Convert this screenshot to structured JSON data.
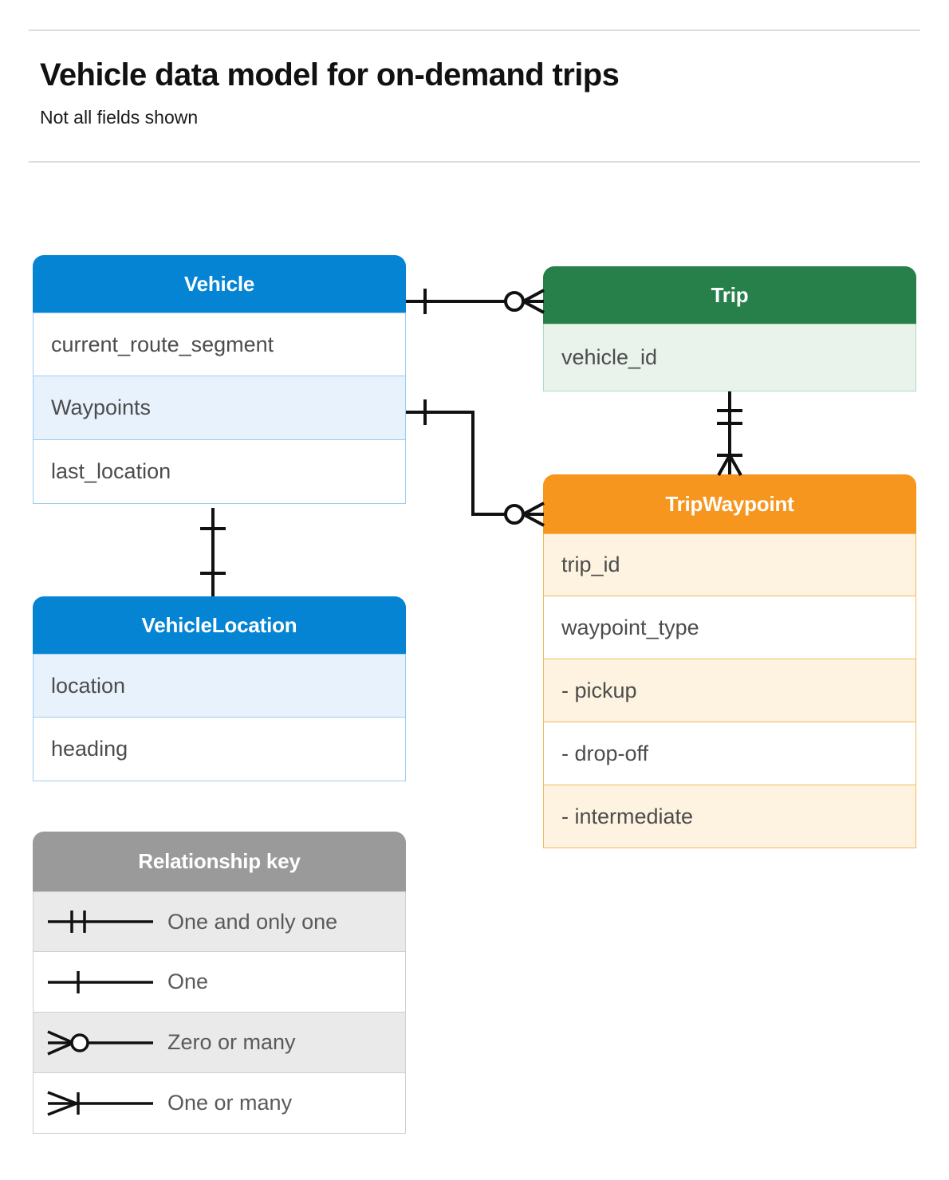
{
  "header": {
    "title": "Vehicle data model for on-demand trips",
    "subtitle": "Not all fields shown"
  },
  "entities": [
    {
      "id": "vehicle",
      "name": "Vehicle",
      "color": "#0584d4",
      "fields": [
        "current_route_segment",
        "Waypoints",
        "last_location"
      ]
    },
    {
      "id": "trip",
      "name": "Trip",
      "color": "#27804a",
      "fields": [
        "vehicle_id"
      ]
    },
    {
      "id": "tripwaypoint",
      "name": "TripWaypoint",
      "color": "#f7961e",
      "fields": [
        "trip_id",
        "waypoint_type",
        "-  pickup",
        "-  drop-off",
        "-  intermediate"
      ]
    },
    {
      "id": "vehiclelocation",
      "name": "VehicleLocation",
      "color": "#0584d4",
      "fields": [
        "location",
        "heading"
      ]
    }
  ],
  "legend": {
    "title": "Relationship key",
    "items": [
      {
        "symbol": "one-and-only-one",
        "label": "One and only one"
      },
      {
        "symbol": "one",
        "label": "One"
      },
      {
        "symbol": "zero-or-many",
        "label": "Zero or many"
      },
      {
        "symbol": "one-or-many",
        "label": "One or many"
      }
    ]
  },
  "relationships": [
    {
      "from": "Vehicle",
      "from_cardinality": "one",
      "to": "Trip",
      "to_cardinality": "zero-or-many"
    },
    {
      "from": "Vehicle.Waypoints",
      "from_cardinality": "one",
      "to": "TripWaypoint",
      "to_cardinality": "zero-or-many"
    },
    {
      "from": "Trip",
      "from_cardinality": "one-and-only-one",
      "to": "TripWaypoint",
      "to_cardinality": "one-or-many"
    },
    {
      "from": "Vehicle",
      "from_cardinality": "one",
      "to": "VehicleLocation",
      "to_cardinality": "one"
    }
  ]
}
